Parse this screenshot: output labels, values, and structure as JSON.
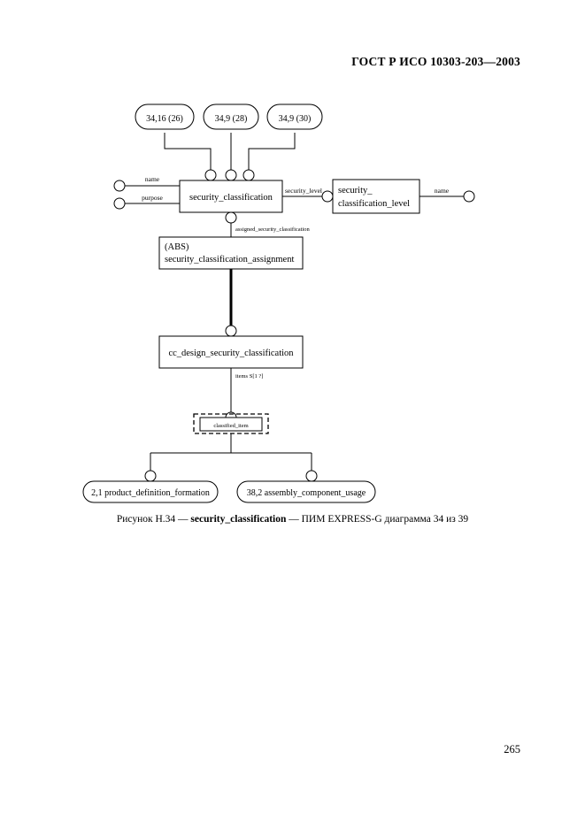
{
  "document": {
    "standard_header": "ГОСТ Р ИСО 10303-203—2003",
    "page_number": "265"
  },
  "caption": {
    "prefix": "Рисунок Н.34 — ",
    "entity": "security_classification",
    "suffix": " — ПИМ EXPRESS-G диаграмма 34 из 39"
  },
  "diagram": {
    "type": "EXPRESS-G",
    "page_refs": [
      {
        "id": "ref-34-16-26",
        "label": "34,16 (26)"
      },
      {
        "id": "ref-34-9-28",
        "label": "34,9 (28)"
      },
      {
        "id": "ref-34-9-30",
        "label": "34,9 (30)"
      }
    ],
    "entities": [
      {
        "id": "security-classification",
        "label": "security_classification"
      },
      {
        "id": "security-classification-level",
        "line1": "security_",
        "line2": "classification_level"
      },
      {
        "id": "security-classification-assignment",
        "line1": "(ABS)",
        "line2": "security_classification_assignment"
      },
      {
        "id": "cc-design-security-classification",
        "label": "cc_design_security_classification"
      }
    ],
    "select_types": [
      {
        "id": "classified-item",
        "label": "classified_item"
      }
    ],
    "leaf_refs": [
      {
        "id": "ref-product-definition-formation",
        "label": "2,1 product_definition_formation"
      },
      {
        "id": "ref-assembly-component-usage",
        "label": "38,2 assembly_component_usage"
      }
    ],
    "attributes": [
      {
        "id": "attr-name",
        "label": "name"
      },
      {
        "id": "attr-purpose",
        "label": "purpose"
      },
      {
        "id": "attr-security-level",
        "label": "security_level"
      },
      {
        "id": "attr-level-name",
        "label": "name"
      }
    ],
    "relationships": [
      {
        "id": "rel-assigned-security-classification",
        "label": "assigned_security_classification"
      },
      {
        "id": "rel-items",
        "label": "items S[1 ?]"
      }
    ]
  }
}
